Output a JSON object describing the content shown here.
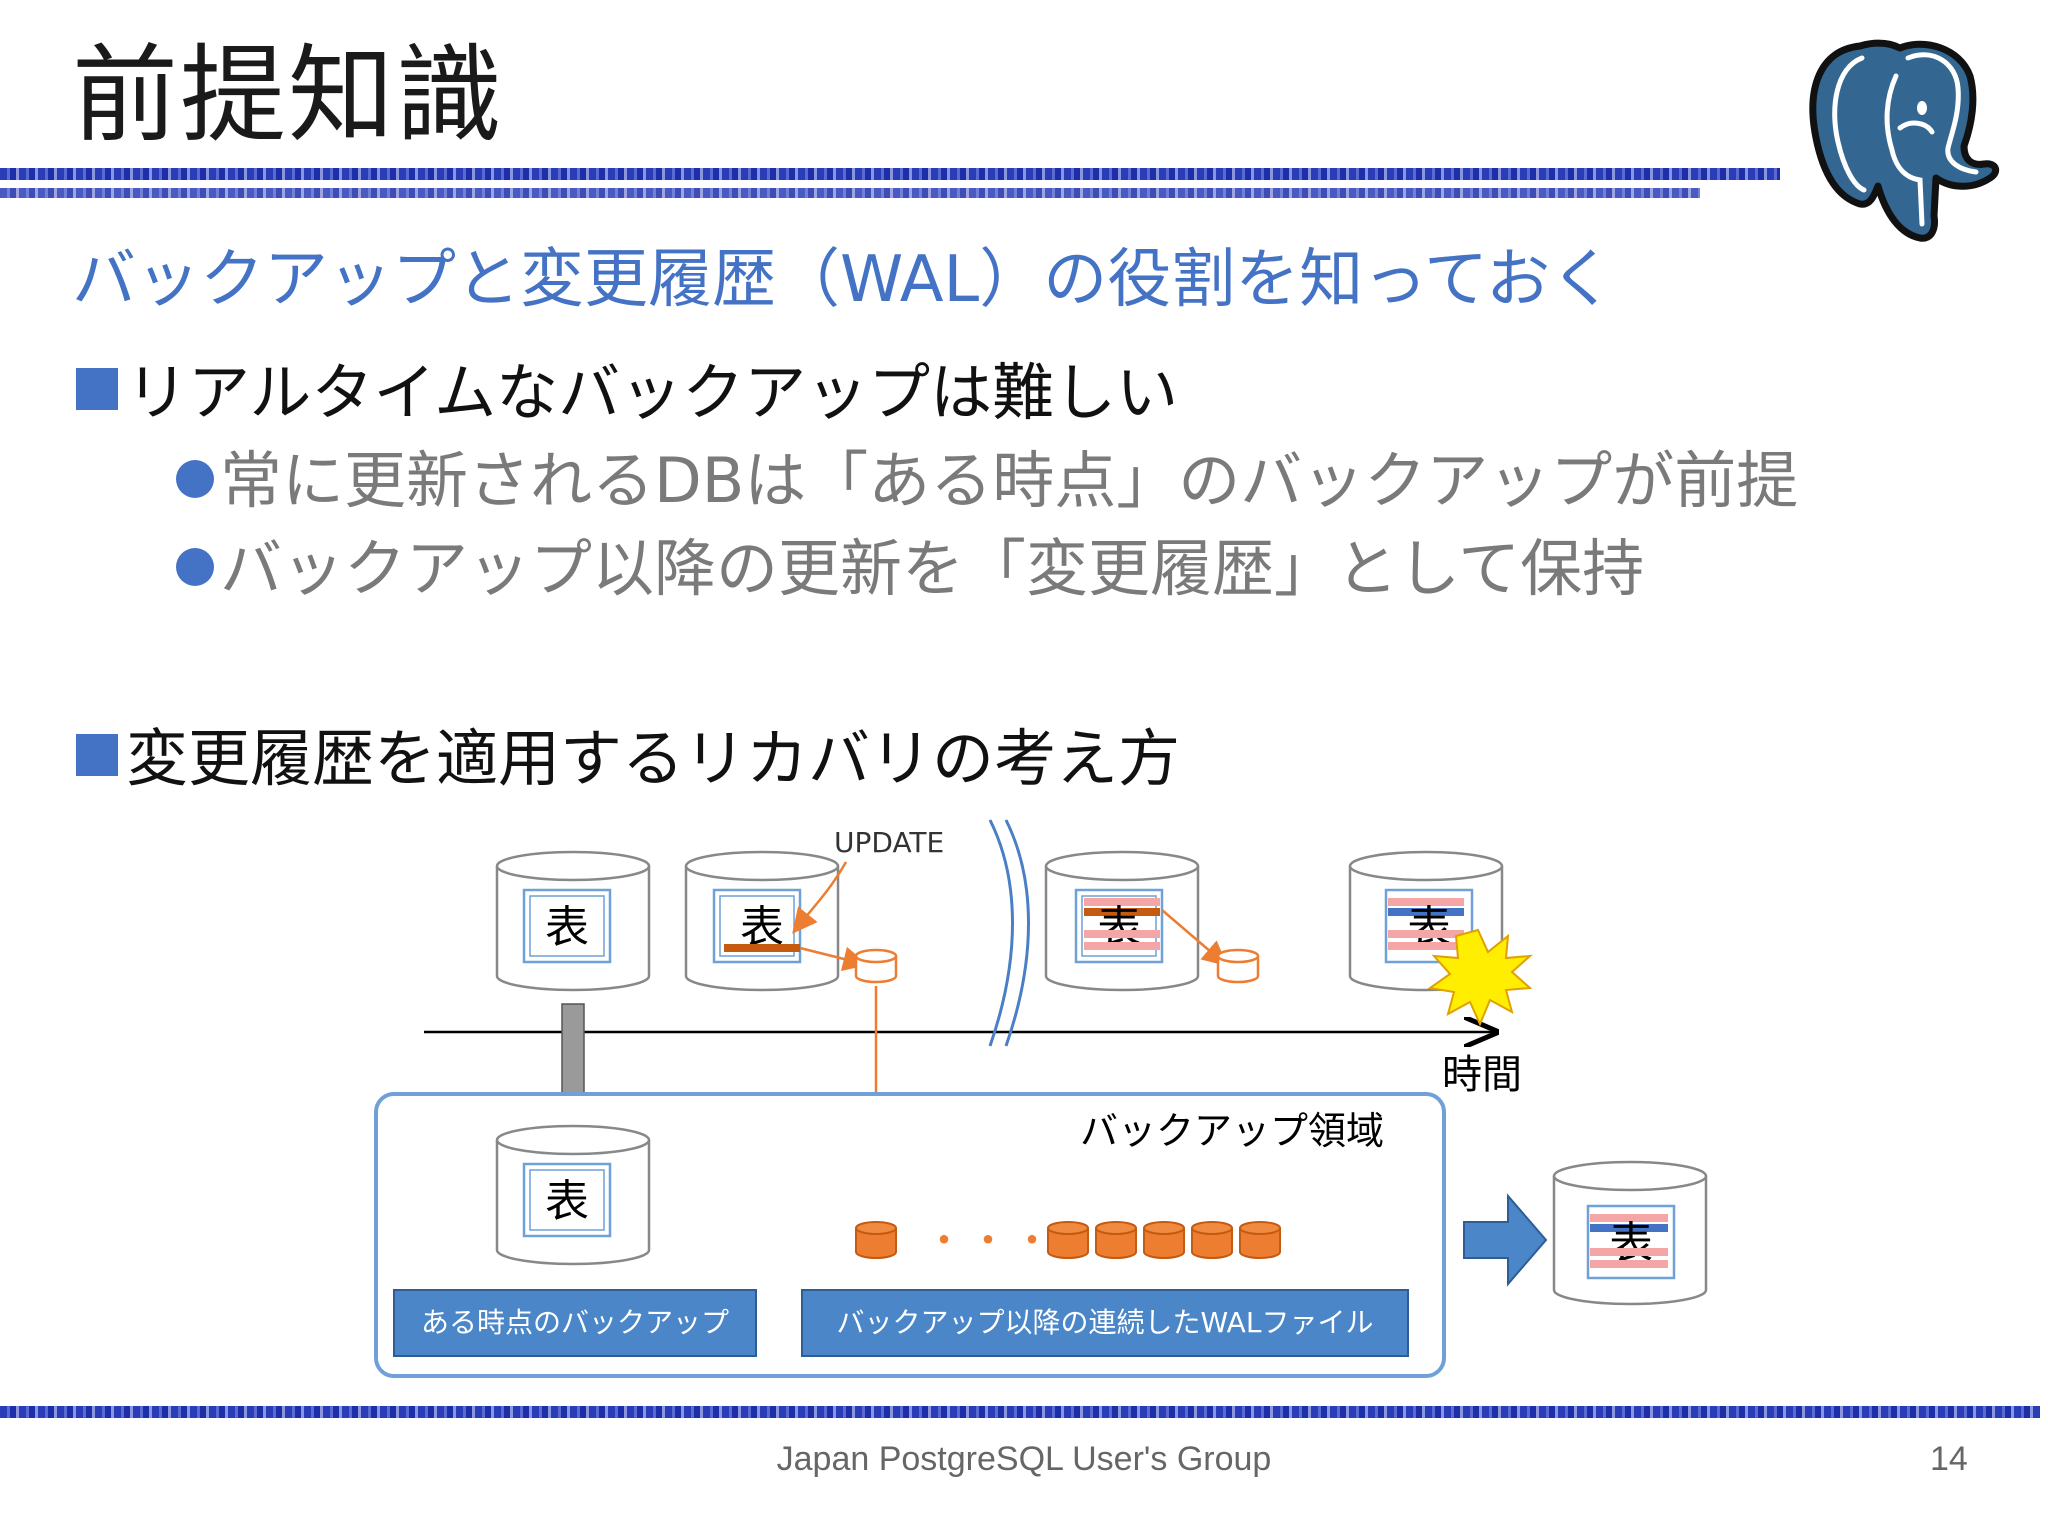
{
  "slide": {
    "title": "前提知識",
    "subtitle": "バックアップと変更履歴（WAL）の役割を知っておく",
    "bullets": [
      {
        "text": "リアルタイムなバックアップは難しい",
        "sub": [
          "常に更新されるDBは「ある時点」のバックアップが前提",
          "バックアップ以降の更新を「変更履歴」として保持"
        ]
      },
      {
        "text": "変更履歴を適用するリカバリの考え方"
      }
    ]
  },
  "diagram": {
    "update_label": "UPDATE",
    "time_label": "時間",
    "table_glyph": "表",
    "backup_area_label": "バックアップ領域",
    "box_snapshot": "ある時点のバックアップ",
    "box_wal": "バックアップ以降の連続したWALファイル",
    "ellipsis": "・・・"
  },
  "footer": {
    "group": "Japan PostgreSQL User's Group",
    "page": "14"
  },
  "colors": {
    "accent": "#4472c4",
    "orange": "#ed7d31",
    "rule": "#2a3db8"
  }
}
